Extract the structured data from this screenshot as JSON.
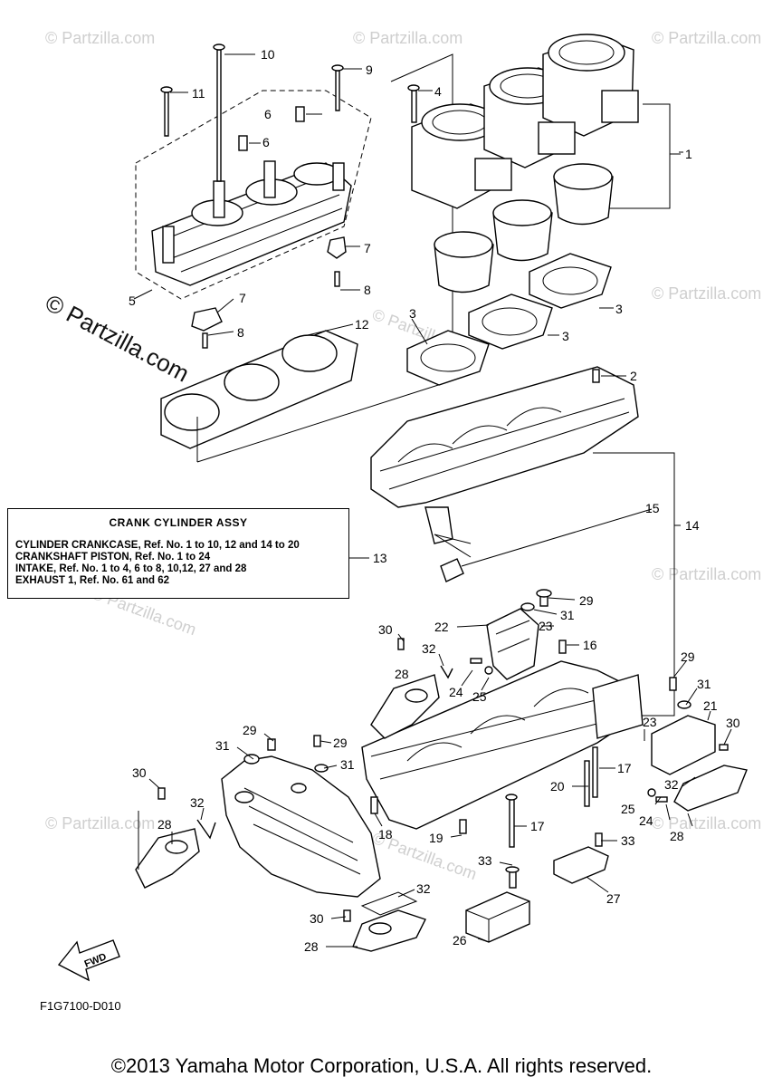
{
  "watermark": {
    "small_text": "© Partzilla.com",
    "big_text": "© Partzilla.com"
  },
  "info_box": {
    "title": "CRANK CYLINDER ASSY",
    "lines": [
      "CYLINDER CRANKCASE,  Ref. No. 1 to 10, 12 and 14 to 20",
      "CRANKSHAFT PISTON,  Ref. No. 1 to 24",
      "INTAKE,     Ref. No. 1 to 4, 6 to 8, 10,12, 27 and 28",
      "EXHAUST 1,  Ref. No. 61 and 62"
    ]
  },
  "fwd_label": "FWD",
  "diagram_code": "F1G7100-D010",
  "copyright": "©2013 Yamaha Motor Corporation, U.S.A. All rights reserved.",
  "callouts": {
    "c1": "1",
    "c2": "2",
    "c3a": "3",
    "c3b": "3",
    "c3c": "3",
    "c4": "4",
    "c5": "5",
    "c6a": "6",
    "c6b": "6",
    "c7a": "7",
    "c7b": "7",
    "c8a": "8",
    "c8b": "8",
    "c9": "9",
    "c10": "10",
    "c11": "11",
    "c12": "12",
    "c13": "13",
    "c14": "14",
    "c15": "15",
    "c16": "16",
    "c17a": "17",
    "c17b": "17",
    "c18": "18",
    "c19": "19",
    "c20": "20",
    "c21": "21",
    "c22": "22",
    "c23a": "23",
    "c23b": "23",
    "c24a": "24",
    "c24b": "24",
    "c25a": "25",
    "c25b": "25",
    "c26": "26",
    "c27": "27",
    "c28a": "28",
    "c28b": "28",
    "c28c": "28",
    "c28d": "28",
    "c29a": "29",
    "c29b": "29",
    "c29c": "29",
    "c29d": "29",
    "c30a": "30",
    "c30b": "30",
    "c30c": "30",
    "c30d": "30",
    "c31a": "31",
    "c31b": "31",
    "c31c": "31",
    "c31d": "31",
    "c32a": "32",
    "c32b": "32",
    "c32c": "32",
    "c32d": "32",
    "c33a": "33",
    "c33b": "33"
  }
}
